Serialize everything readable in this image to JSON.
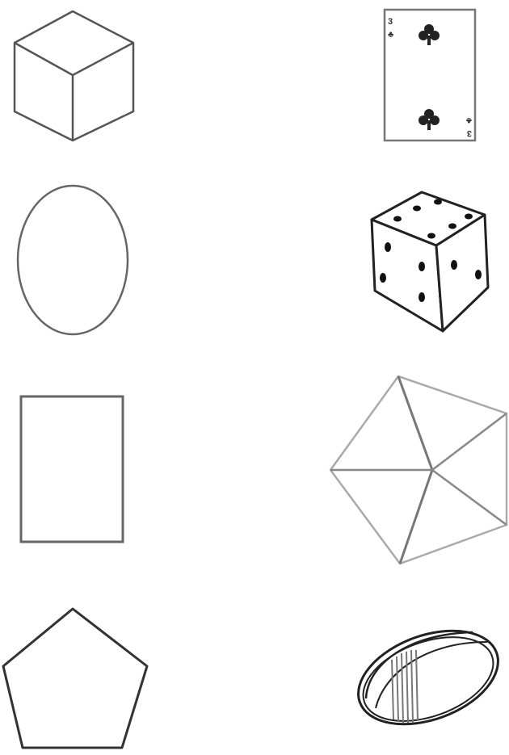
{
  "worksheet": {
    "left_column": [
      {
        "shape": "cube"
      },
      {
        "shape": "ellipse"
      },
      {
        "shape": "rectangle"
      },
      {
        "shape": "pentagon"
      }
    ],
    "right_column": [
      {
        "object": "playing-card",
        "rank": "3",
        "suit": "clubs",
        "suit_glyph": "♣"
      },
      {
        "object": "dice"
      },
      {
        "object": "pentagonal-pyramid"
      },
      {
        "object": "rugby-ball"
      }
    ]
  },
  "colors": {
    "stroke": "#555555",
    "dark": "#222222",
    "light": "#999999",
    "background": "#ffffff"
  }
}
